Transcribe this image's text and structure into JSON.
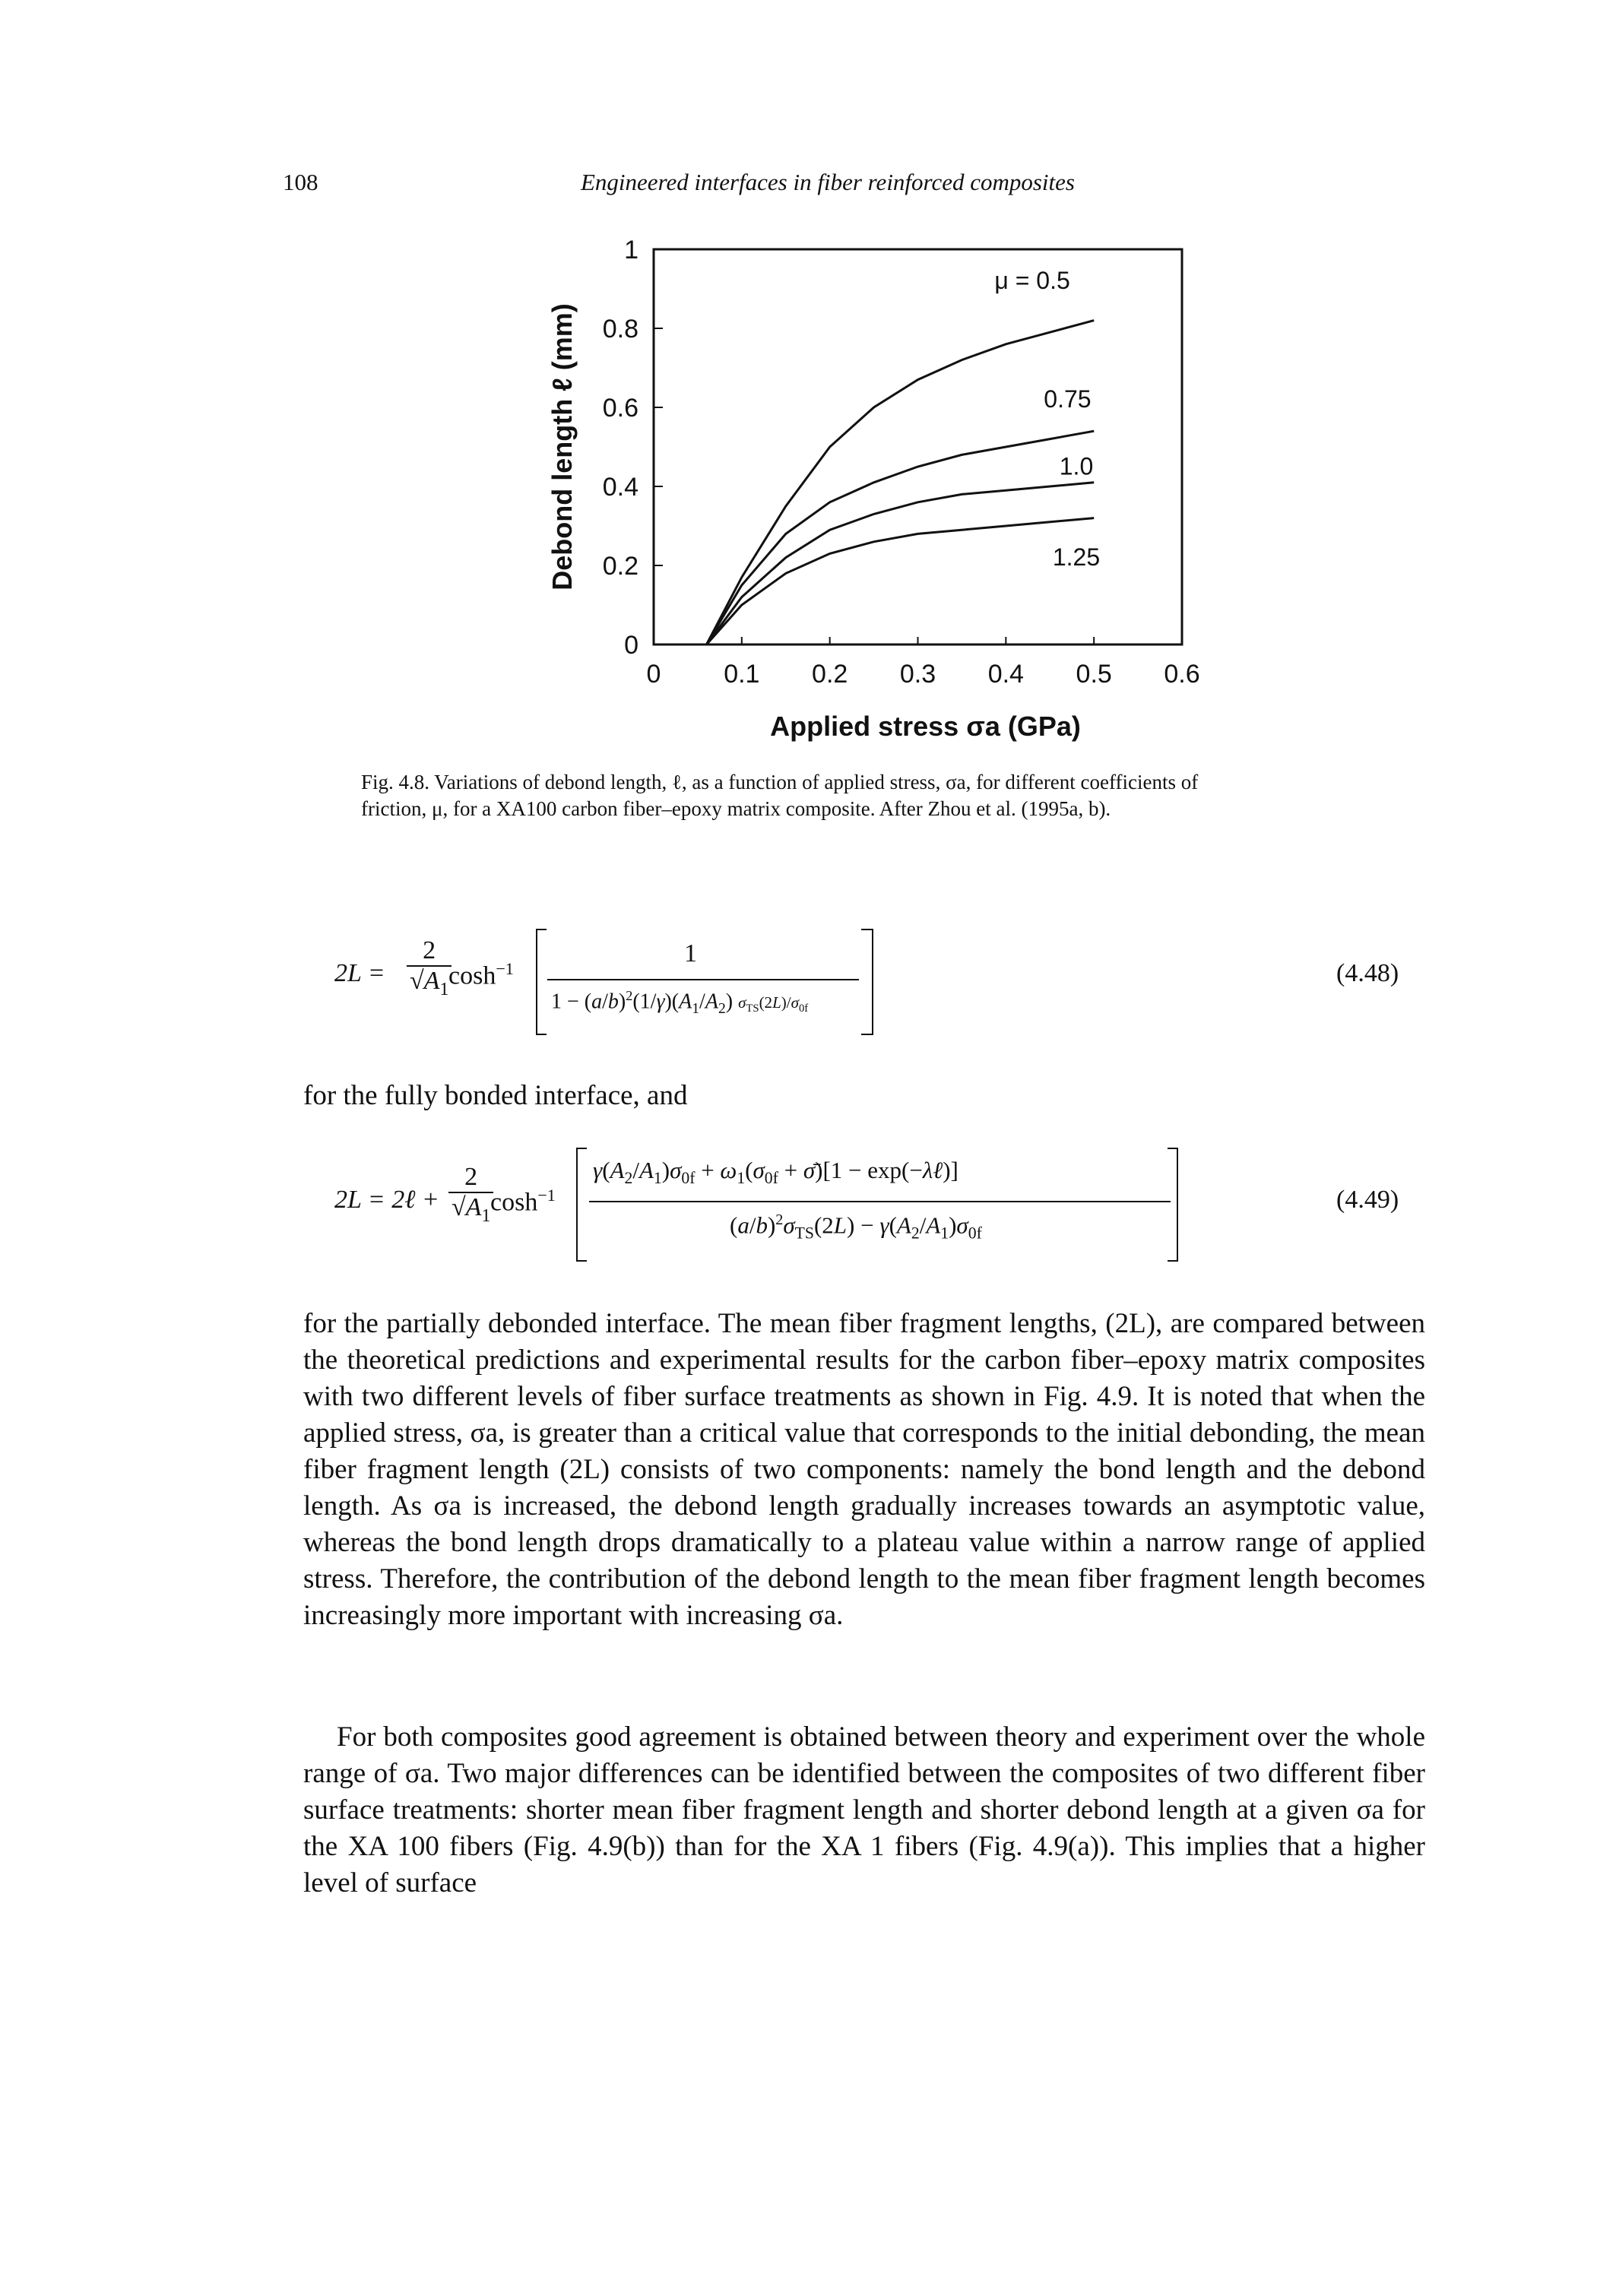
{
  "header": {
    "page_number": "108",
    "running_title": "Engineered interfaces in fiber reinforced composites"
  },
  "figure": {
    "caption_line1": "Fig. 4.8. Variations of debond length, ℓ, as a function of applied stress, σa, for different coefficients of",
    "caption_line2": "friction, μ, for a XA100 carbon fiber–epoxy matrix composite. After Zhou et al. (1995a, b)."
  },
  "chart_data": {
    "type": "line",
    "xlabel": "Applied stress σa (GPa)",
    "ylabel": "Debond length ℓ (mm)",
    "xlim": [
      0,
      0.6
    ],
    "ylim": [
      0,
      1
    ],
    "x_ticks": [
      "0",
      "0.1",
      "0.2",
      "0.3",
      "0.4",
      "0.5",
      "0.6"
    ],
    "y_ticks": [
      "0",
      "0.2",
      "0.4",
      "0.6",
      "0.8",
      "1"
    ],
    "grid": false,
    "series": [
      {
        "name": "μ = 0.5",
        "x": [
          0.06,
          0.1,
          0.15,
          0.2,
          0.25,
          0.3,
          0.35,
          0.4,
          0.45,
          0.5
        ],
        "y": [
          0.0,
          0.17,
          0.35,
          0.5,
          0.6,
          0.67,
          0.72,
          0.76,
          0.79,
          0.82
        ]
      },
      {
        "name": "0.75",
        "x": [
          0.06,
          0.1,
          0.15,
          0.2,
          0.25,
          0.3,
          0.35,
          0.4,
          0.45,
          0.5
        ],
        "y": [
          0.0,
          0.15,
          0.28,
          0.36,
          0.41,
          0.45,
          0.48,
          0.5,
          0.52,
          0.54
        ]
      },
      {
        "name": "1.0",
        "x": [
          0.06,
          0.1,
          0.15,
          0.2,
          0.25,
          0.3,
          0.35,
          0.4,
          0.45,
          0.5
        ],
        "y": [
          0.0,
          0.12,
          0.22,
          0.29,
          0.33,
          0.36,
          0.38,
          0.39,
          0.4,
          0.41
        ]
      },
      {
        "name": "1.25",
        "x": [
          0.06,
          0.1,
          0.15,
          0.2,
          0.25,
          0.3,
          0.35,
          0.4,
          0.45,
          0.5
        ],
        "y": [
          0.0,
          0.1,
          0.18,
          0.23,
          0.26,
          0.28,
          0.29,
          0.3,
          0.31,
          0.32
        ]
      }
    ]
  },
  "equations": {
    "eq448_number": "(4.48)",
    "eq449_number": "(4.49)"
  },
  "body": {
    "between_eq": "for the fully bonded interface, and",
    "para1": "for the partially debonded interface. The mean fiber fragment lengths, (2L), are compared between the theoretical predictions and experimental results for the carbon fiber–epoxy matrix composites with two different levels of fiber surface treatments as shown in Fig. 4.9. It is noted that when the applied stress, σa, is greater than a critical value that corresponds to the initial debonding, the mean fiber fragment length (2L) consists of two components: namely the bond length and the debond length. As σa is increased, the debond length gradually increases towards an asymptotic value, whereas the bond length drops dramatically to a plateau value within a narrow range of applied stress. Therefore, the contribution of the debond length to the mean fiber fragment length becomes increasingly more important with increasing σa.",
    "para2": "For both composites good agreement is obtained between theory and experiment over the whole range of σa. Two major differences can be identified between the composites of two different fiber surface treatments: shorter mean fiber fragment length and shorter debond length at a given σa for the XA 100 fibers (Fig. 4.9(b)) than for the XA 1 fibers (Fig. 4.9(a)). This implies that a higher level of surface"
  }
}
